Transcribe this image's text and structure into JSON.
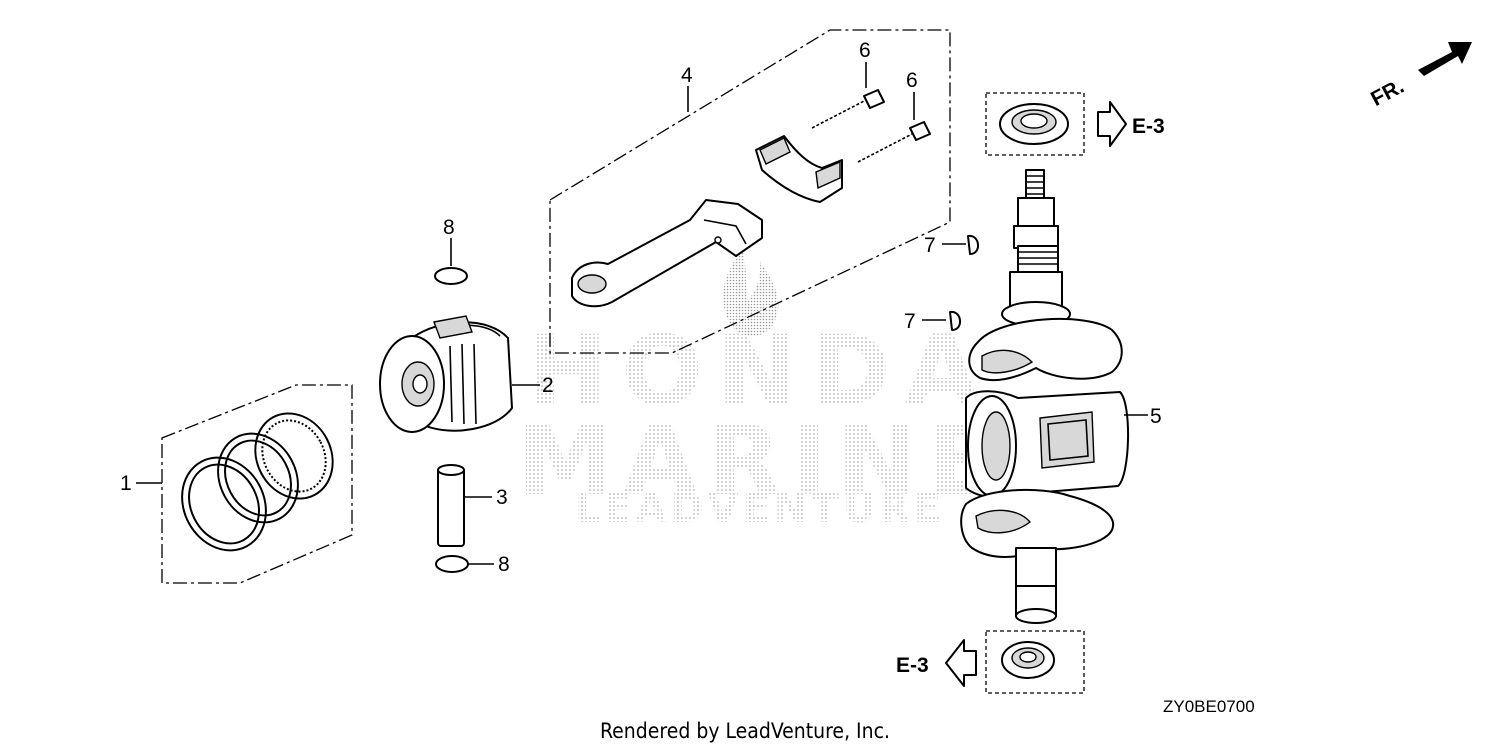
{
  "callouts": {
    "c1": "1",
    "c2": "2",
    "c3": "3",
    "c4": "4",
    "c5": "5",
    "c6a": "6",
    "c6b": "6",
    "c7a": "7",
    "c7b": "7",
    "c8a": "8",
    "c8b": "8"
  },
  "references": {
    "top": "E-3",
    "bottom": "E-3"
  },
  "direction_label": "FR.",
  "diagram_code": "ZY0BE0700",
  "credit": "Rendered by LeadVenture, Inc.",
  "watermark": {
    "line1": "HONDA",
    "line2": "MARINE",
    "line3": "LEADVENTURE"
  }
}
